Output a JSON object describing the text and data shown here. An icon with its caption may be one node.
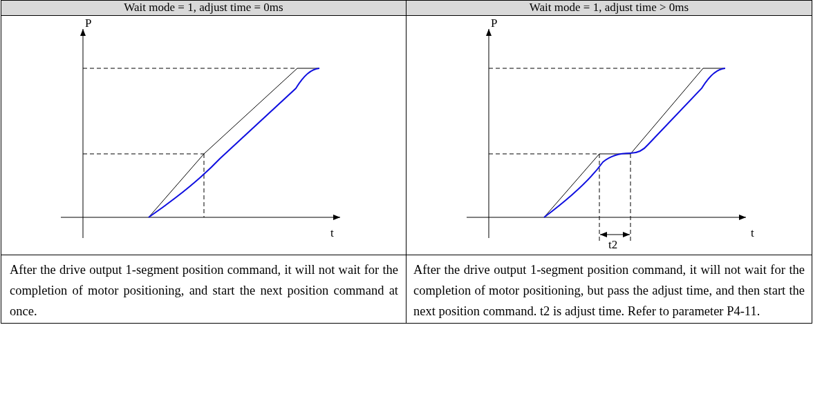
{
  "diagram": {
    "labels": [
      "Wait mode = 1, adjust time = 0ms",
      "Wait mode = 1, adjust time > 0ms",
      "P",
      "t",
      "P",
      "t",
      "t2",
      "After the drive output 1-segment position command, it will not wait for the completion of motor positioning, and start the next position command at once.",
      "After the drive output 1-segment position command, it will not wait for the completion of motor positioning, but pass the adjust time, and then start the next position command. t2 is adjust time. Refer to parameter P4-11."
    ]
  }
}
